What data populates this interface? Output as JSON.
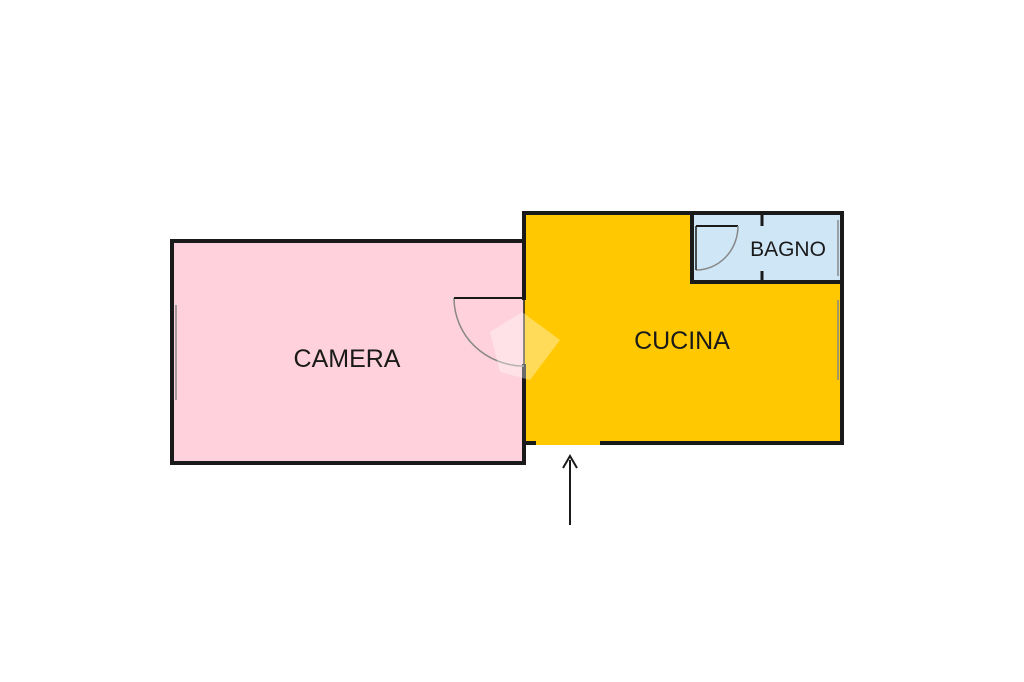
{
  "floor_plan": {
    "rooms": [
      {
        "id": "camera",
        "label": "CAMERA",
        "fill": "#ffd1dc"
      },
      {
        "id": "cucina",
        "label": "CUCINA",
        "fill": "#ffc800"
      },
      {
        "id": "bagno",
        "label": "BAGNO",
        "fill": "#cfe6f7"
      }
    ],
    "wall_color": "#1a1a1a",
    "entrance_arrow": "up-arrow-icon",
    "watermark": "logo-watermark"
  }
}
